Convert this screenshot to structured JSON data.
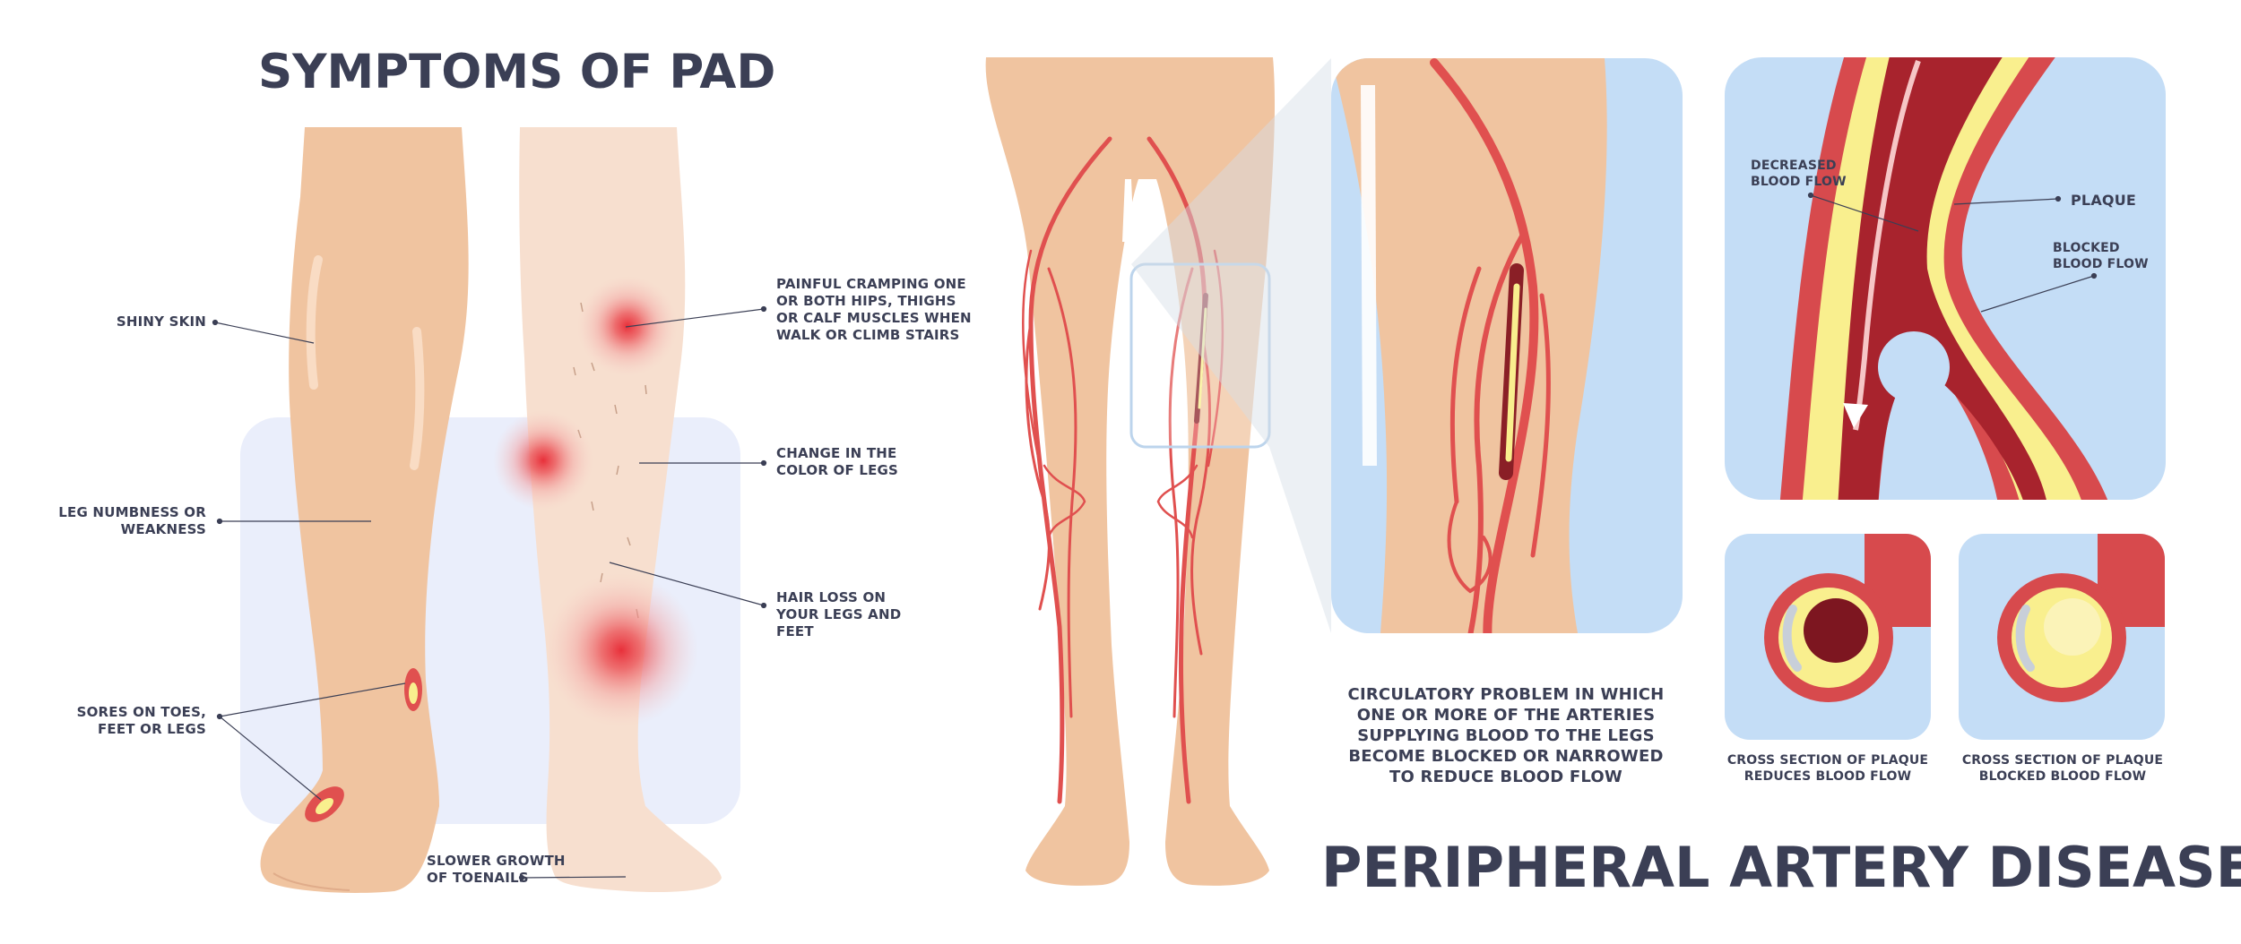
{
  "title": "SYMPTOMS OF PAD",
  "labels": {
    "shiny_skin": "SHINY SKIN",
    "numbness": "LEG NUMBNESS OR\nWEAKNESS",
    "sores": "SORES ON TOES,\nFEET OR LEGS",
    "toenails": "SLOWER GROWTH\nOF TOENAILS",
    "cramping": "PAINFUL CRAMPING ONE\nOR BOTH HIPS, THIGHS\nOR CALF MUSCLES WHEN\nWALK OR CLIMB STAIRS",
    "color_change": "CHANGE IN THE\nCOLOR OF LEGS",
    "hair_loss": "HAIR LOSS ON\nYOUR LEGS AND\nFEET"
  },
  "artery_labels": {
    "decreased": "DECREASED\nBLOOD FLOW",
    "plaque": "PLAQUE",
    "blocked": "BLOCKED\nBLOOD FLOW"
  },
  "description": "CIRCULATORY PROBLEM IN WHICH\nONE OR MORE OF THE ARTERIES\nSUPPLYING BLOOD TO THE LEGS\nBECOME BLOCKED OR NARROWED\nTO REDUCE BLOOD FLOW",
  "cross_sections": {
    "reduces": "CROSS SECTION OF PLAQUE\nREDUCES BLOOD FLOW",
    "blocked": "CROSS SECTION OF PLAQUE\nBLOCKED BLOOD FLOW"
  },
  "main_title": "PERIPHERAL ARTERY DISEASE",
  "colors": {
    "skin": "#f0c4a0",
    "skin_pale": "#f7dfcf",
    "artery": "#e0504f",
    "plaque": "#f9ef8e",
    "panel": "#c4ddf6",
    "text": "#3b3f55"
  }
}
